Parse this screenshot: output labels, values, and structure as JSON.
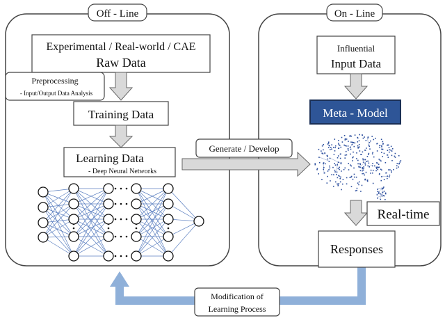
{
  "offline": {
    "label": "Off - Line"
  },
  "online": {
    "label": "On - Line"
  },
  "raw_data": {
    "line1": "Experimental / Real-world / CAE",
    "line2": "Raw Data"
  },
  "preprocessing": {
    "title": "Preprocessing",
    "subtitle": "- Input/Output Data Analysis"
  },
  "training_data": {
    "label": "Training Data"
  },
  "learning_data": {
    "title": "Learning Data",
    "subtitle": "- Deep Neural Networks"
  },
  "generate": {
    "label": "Generate / Develop"
  },
  "input_data": {
    "line1": "Influential",
    "line2": "Input  Data"
  },
  "meta_model": {
    "label": "Meta - Model"
  },
  "realtime": {
    "label": "Real-time"
  },
  "responses": {
    "label": "Responses"
  },
  "modification": {
    "line1": "Modification of",
    "line2": "Learning Process"
  },
  "colors": {
    "meta_model_fill": "#2e5597",
    "arrow_fill": "#d9d9d9",
    "feedback_arrow": "#8fb0d9",
    "network_edges": "#5b7fc0",
    "brain_dots": "#2c4f9e"
  }
}
